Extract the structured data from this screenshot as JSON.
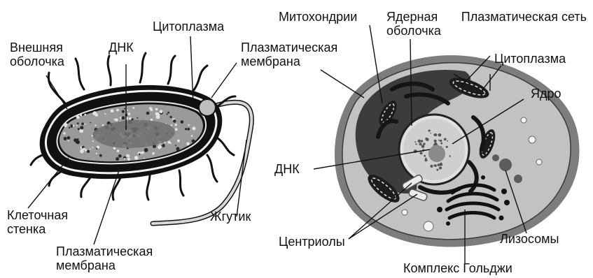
{
  "colors": {
    "outline": "#111111",
    "prokaryote_cytoplasm": "#9a9a9a",
    "nucleoid": "#6e6e6e",
    "eukaryote_membrane": "#7d7d7d",
    "eukaryote_cytoplasm": "#bcbcbc",
    "nucleus": "#d6d6d6",
    "organelle_dark": "#1c1c1c",
    "organelle_light": "#f2f2f2"
  },
  "prokaryote": {
    "outer_shell": "Внешняя оболочка",
    "dna": "ДНК",
    "cytoplasm": "Цитоплазма",
    "plasma_membrane_top": "Плазматическая мембрана",
    "flagellum": "Жгутик",
    "cell_wall": "Клеточная стенка",
    "plasma_membrane_bottom": "Плазматическая мембрана"
  },
  "eukaryote": {
    "mitochondria": "Митохондрии",
    "nuclear_envelope": "Ядерная оболочка",
    "plasma_network": "Плазматическая сеть",
    "cytoplasm": "Цитоплазма",
    "nucleus": "Ядро",
    "dna": "ДНК",
    "centrioles": "Центриолы",
    "lysosomes": "Лизосомы",
    "golgi": "Комплекс Гольджи"
  }
}
